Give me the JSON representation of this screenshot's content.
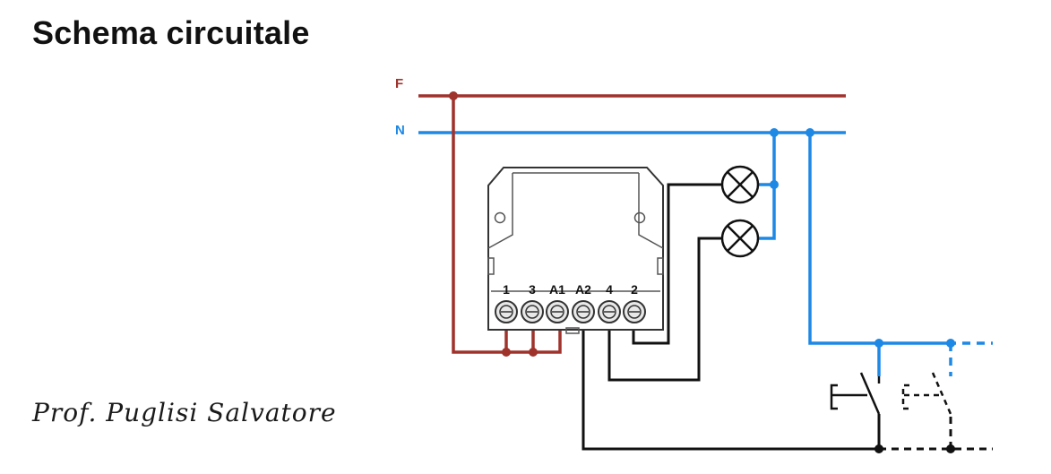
{
  "header": {
    "title": "Schema circuitale"
  },
  "footer": {
    "author": "Prof. Puglisi Salvatore"
  },
  "lines": {
    "phase_label": "F",
    "neutral_label": "N"
  },
  "device": {
    "terminals": [
      "1",
      "3",
      "A1",
      "A2",
      "4",
      "2"
    ]
  },
  "colors": {
    "phase": "#a0322c",
    "neutral": "#1e88e5",
    "control": "#111111"
  }
}
